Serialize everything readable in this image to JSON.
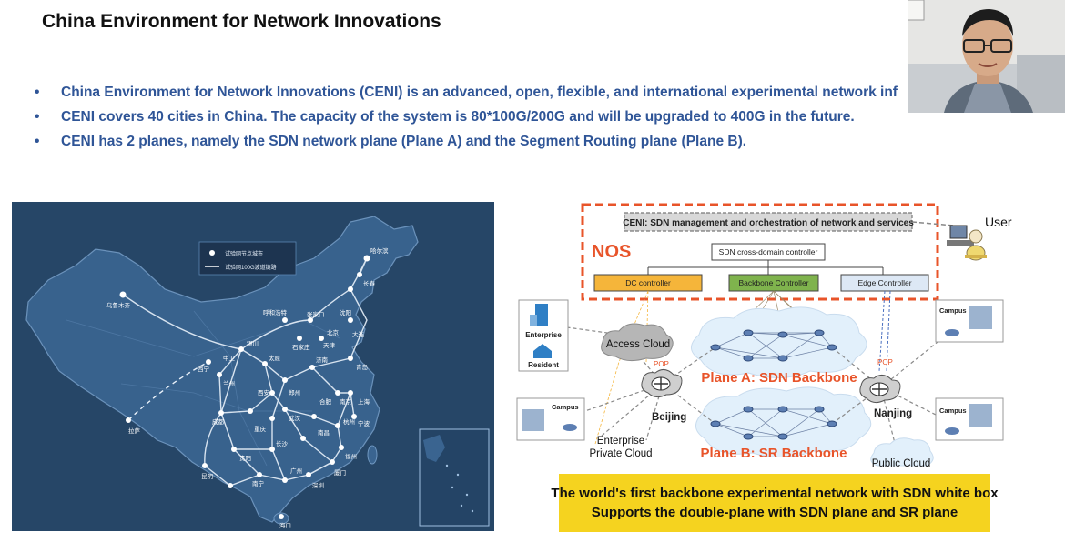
{
  "slide": {
    "title": "China Environment for Network Innovations",
    "bullets": [
      "China Environment for Network Innovations (CENI) is an advanced, open, flexible, and international experimental network inf",
      "CENI covers 40 cities in China. The capacity of the system is 80*100G/200G and will be upgraded to 400G in the future.",
      "CENI has 2 planes, namely the SDN network plane (Plane A) and the Segment Routing plane (Plane B)."
    ]
  },
  "map": {
    "legend": [
      "试验网节点城市",
      "试验网100G波道链路"
    ],
    "cities": [
      "乌鲁木齐",
      "哈尔滨",
      "长春",
      "沈阳",
      "大连",
      "呼和浩特",
      "张家口",
      "石家庄",
      "北京",
      "天津",
      "济南",
      "青岛",
      "太原",
      "银川",
      "中卫",
      "兰州",
      "西宁",
      "西安",
      "郑州",
      "合肥",
      "南京",
      "上海",
      "杭州",
      "宁波",
      "武汉",
      "长沙",
      "南昌",
      "福州",
      "厦门",
      "成都",
      "重庆",
      "贵阳",
      "昆明",
      "南宁",
      "广州",
      "深圳",
      "海口",
      "拉萨"
    ]
  },
  "diagram": {
    "nos_label": "NOS",
    "mgmt_label": "CENI:  SDN management and orchestration of network and services",
    "user_label": "User",
    "cross_domain": "SDN cross-domain controller",
    "dc_controller": "DC controller",
    "backbone_controller": "Backbone Controller",
    "edge_controller": "Edge Controller",
    "enterprise": "Enterprise",
    "resident": "Resident",
    "access_cloud": "Access Cloud",
    "pop_left": "POP",
    "pop_right": "POP",
    "plane_a": "Plane A:  SDN Backbone",
    "plane_b": "Plane B:  SR Backbone",
    "beijing": "Beijing",
    "nanjing": "Nanjing",
    "enterprise_private_cloud_line1": "Enterprise",
    "enterprise_private_cloud_line2": "Private Cloud",
    "public_cloud": "Public Cloud",
    "campus": [
      "Campus",
      "Campus",
      "Campus"
    ]
  },
  "banner": {
    "line1": "The world's first backbone experimental network with SDN white box",
    "line2": "Supports the double-plane with SDN plane and SR plane"
  },
  "colors": {
    "bullet_text": "#2f5597",
    "nos_border": "#e8542a",
    "dc_controller": "#f5b53a",
    "backbone_controller": "#7fb34d",
    "edge_controller": "#dde8f5",
    "banner": "#f5d31f",
    "map_bg": "#2a4c6e"
  }
}
